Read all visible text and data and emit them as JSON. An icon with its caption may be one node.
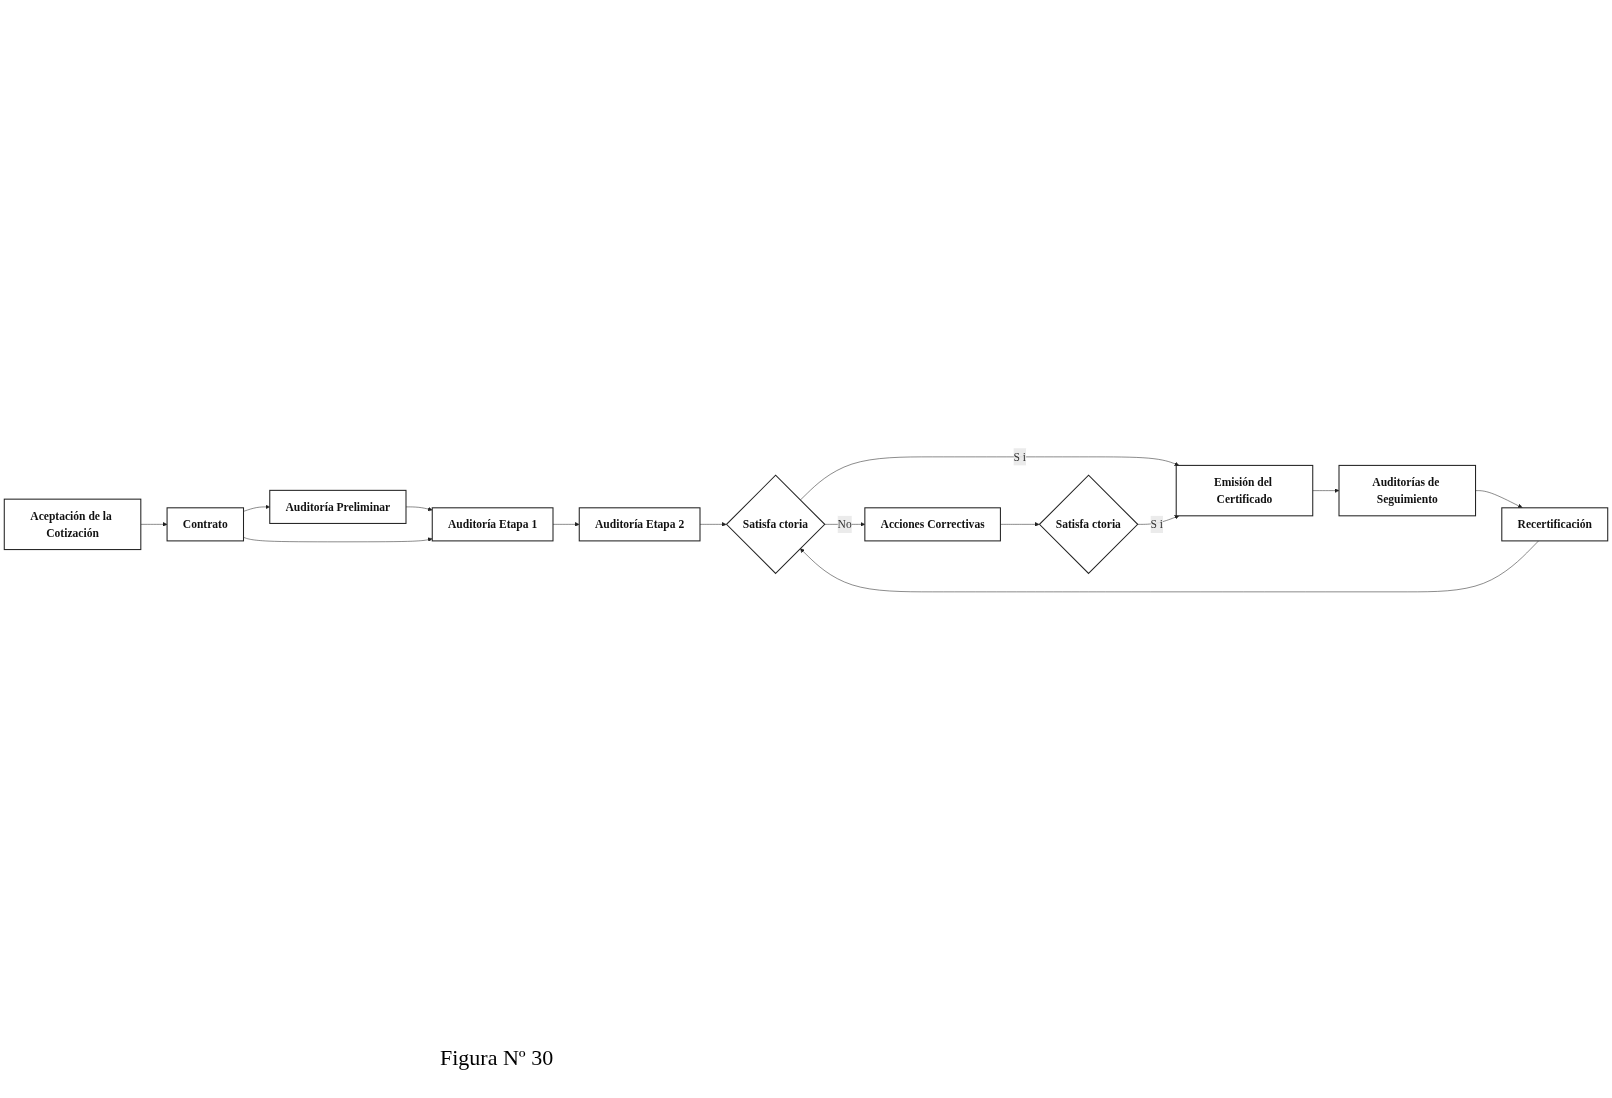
{
  "diagram": {
    "caption": "Figura Nº 30",
    "nodes": [
      {
        "text": [
          "Auditoría Preliminar"
        ]
      },
      {
        "text": [
          "Aceptación de la Cotización"
        ]
      },
      {
        "text": [
          "Contrato"
        ]
      },
      {
        "text": [
          "Auditoría Etapa 1"
        ]
      },
      {
        "text": [
          "Auditoría Etapa 2"
        ]
      },
      {
        "text": [
          "Recertificación"
        ]
      },
      {
        "text": [
          "Auditorías de Seguimiento"
        ]
      },
      {
        "text": [
          "Emisión del Certificado"
        ]
      },
      {
        "text": [
          "Satisfa ctoria"
        ]
      },
      {
        "text": [
          "Satisfa ctoria"
        ]
      },
      {
        "text": [
          "Acciones Correctivas"
        ]
      }
    ],
    "edges": [
      {
        "from": 1,
        "to": 2,
        "arrow": "to"
      },
      {
        "from": 2,
        "to": 0,
        "arrow": "to"
      },
      {
        "from": 0,
        "to": 3,
        "arrow": "to"
      },
      {
        "from": 2,
        "to": 3,
        "arrow": "to"
      },
      {
        "from": 3,
        "to": 4,
        "arrow": "to"
      },
      {
        "from": 4,
        "to": 8,
        "arrow": "to"
      },
      {
        "from": 5,
        "to": 8,
        "arrow": "to"
      },
      {
        "from": 8,
        "to": 7,
        "arrow": "to",
        "label": "S i"
      },
      {
        "from": 7,
        "to": 6,
        "arrow": "to"
      },
      {
        "from": 6,
        "to": 5,
        "arrow": "to"
      },
      {
        "from": 8,
        "to": 10,
        "arrow": "to",
        "label": "No"
      },
      {
        "from": 10,
        "to": 9,
        "arrow": "to"
      },
      {
        "from": 9,
        "to": 7,
        "arrow": "to",
        "label": "S i"
      }
    ]
  }
}
